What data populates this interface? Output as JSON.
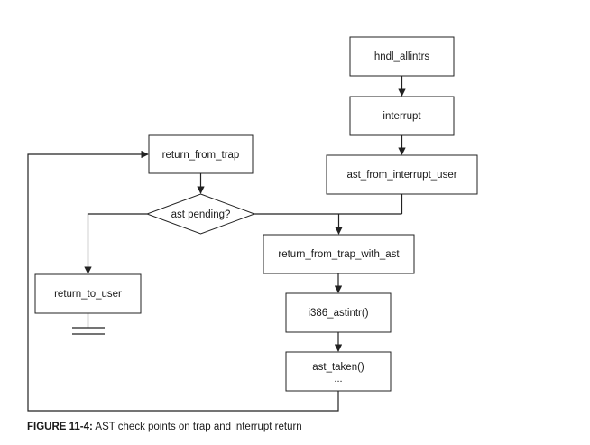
{
  "nodes": {
    "hndl_allintrs": "hndl_allintrs",
    "interrupt": "interrupt",
    "ast_from_interrupt_user": "ast_from_interrupt_user",
    "return_from_trap": "return_from_trap",
    "ast_pending": "ast pending?",
    "return_from_trap_with_ast": "return_from_trap_with_ast",
    "return_to_user": "return_to_user",
    "i386_astintr": "i386_astintr()",
    "ast_taken": "ast_taken()",
    "ast_taken_more": "..."
  },
  "caption": {
    "label": "FIGURE 11-4:",
    "text": "AST check points on trap and interrupt return"
  }
}
